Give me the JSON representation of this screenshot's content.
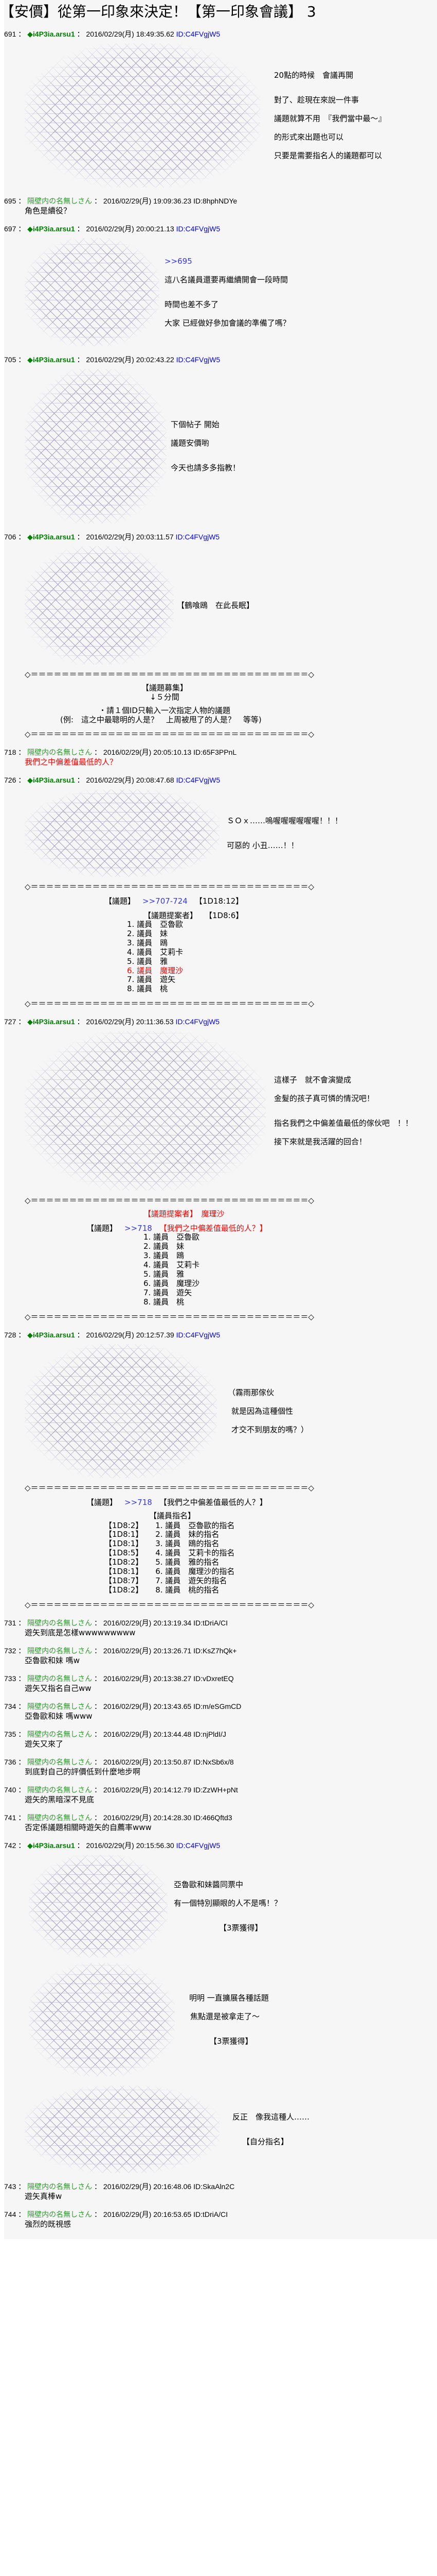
{
  "title": "【安價】從第一印象來決定！【第一印象會議】 3",
  "sep": "：",
  "separator": "◇＝＝＝＝＝＝＝＝＝＝＝＝＝＝＝＝＝＝＝＝＝＝＝＝＝＝＝＝＝＝＝＝＝＝＝＝◇",
  "colors": {
    "op_name": "#008000",
    "anon_name": "#2e9a2e",
    "op_id": "#0000ff",
    "highlight": "#ff0000",
    "anchor": "#3333ff",
    "ascii_art": "#4b3b86"
  },
  "posts": [
    {
      "number": "691",
      "name": "◆i4P3ia.arsu1",
      "op": true,
      "date": "2016/02/29(月) 18:49:35.62",
      "id": "ID:C4FVgjW5",
      "lines": [
        "20點的時候　會議再開",
        "對了、趁現在來說一件事",
        "議題就算不用　『我們當中最～』",
        "的形式來出題也可以",
        "只要是需要指名人的議題都可以"
      ]
    },
    {
      "number": "695",
      "name": "隔壁内の名無しさん",
      "op": false,
      "date": "2016/02/29(月) 19:09:36.23",
      "id": "ID:8hphNDYe",
      "lines": [
        "角色是續役？"
      ]
    },
    {
      "number": "697",
      "name": "◆i4P3ia.arsu1",
      "op": true,
      "date": "2016/02/29(月) 20:00:21.13",
      "id": "ID:C4FVgjW5",
      "lines": [
        ">>695",
        "這八名議員還要再繼續開會一段時間",
        "時間也差不多了",
        "大家 已經做好參加會議的準備了嗎？"
      ]
    },
    {
      "number": "705",
      "name": "◆i4P3ia.arsu1",
      "op": true,
      "date": "2016/02/29(月) 20:02:43.22",
      "id": "ID:C4FVgjW5",
      "lines": [
        "下個帖子 開始",
        "議題安價喲",
        "今天也請多多指教！"
      ]
    },
    {
      "number": "706",
      "name": "◆i4P3ia.arsu1",
      "op": true,
      "date": "2016/02/29(月) 20:03:11.57",
      "id": "ID:C4FVgjW5",
      "lines": [
        "【鶴喰鴎　在此長眠】",
        "【議題募集】",
        "↓５分間",
        "・請１個ID只輸入一次指定人物的議題",
        "(例:　這之中最聰明的人是？　上周被甩了的人是？　等等)"
      ]
    },
    {
      "number": "718",
      "name": "隔壁内の名無しさん",
      "op": false,
      "date": "2016/02/29(月) 20:05:10.13",
      "id": "ID:65F3PPnL",
      "lines": [
        "我們之中偏差值最低的人？"
      ]
    },
    {
      "number": "726",
      "name": "◆i4P3ia.arsu1",
      "op": true,
      "date": "2016/02/29(月) 20:08:47.68",
      "id": "ID:C4FVgjW5",
      "lines": [
        "ＳＯｘ……嗚喔喔喔喔喔喔！！！",
        "可惡的 小丑……！！"
      ],
      "topic_label": "【議題】",
      "topic_anchor": ">>707-724",
      "topic_dice": "【1D18:12】",
      "proposer_label": "【議題提案者】",
      "proposer_dice": "【1D8:6】",
      "members": [
        "1. 議員　亞魯歐",
        "2. 議員　妹",
        "3. 議員　鴎",
        "4. 議員　艾莉卡",
        "5. 議員　雅",
        "6. 議員　魔理沙",
        "7. 議員　遊矢",
        "8. 議員　桃"
      ],
      "selected_member": 6
    },
    {
      "number": "727",
      "name": "◆i4P3ia.arsu1",
      "op": true,
      "date": "2016/02/29(月) 20:11:36.53",
      "id": "ID:C4FVgjW5",
      "lines": [
        "這樣子　就不會演變成",
        "金髮的孩子真可憐的情況吧！",
        "指名我們之中偏差值最低的傢伙吧　！！",
        "接下來就是我活躍的回合！"
      ],
      "proposer": "【議題提案者】　魔理沙",
      "topic_label": "【議題】",
      "topic_anchor": ">>718",
      "topic_text": "【我們之中偏差值最低的人？】",
      "members": [
        "1. 議員　亞魯歐",
        "2. 議員　妹",
        "3. 議員　鴎",
        "4. 議員　艾莉卡",
        "5. 議員　雅",
        "6. 議員　魔理沙",
        "7. 議員　遊矢",
        "8. 議員　桃"
      ]
    },
    {
      "number": "728",
      "name": "◆i4P3ia.arsu1",
      "op": true,
      "date": "2016/02/29(月) 20:12:57.39",
      "id": "ID:C4FVgjW5",
      "lines": [
        "（霧雨那傢伙",
        "就是因為這種個性",
        "才交不到朋友的嗎？）"
      ],
      "topic_label": "【議題】",
      "topic_anchor": ">>718",
      "topic_text": "【我們之中偏差值最低的人？】",
      "nominate_label": "【議員指名】",
      "dice": [
        "【1D8:2】",
        "【1D8:1】",
        "【1D8:1】",
        "【1D8:5】",
        "【1D8:2】",
        "【1D8:1】",
        "【1D8:7】",
        "【1D8:2】"
      ],
      "nominations": [
        "1. 議員　亞魯歐的指名",
        "2. 議員　妹的指名",
        "3. 議員　鴎的指名",
        "4. 議員　艾莉卡的指名",
        "5. 議員　雅的指名",
        "6. 議員　魔理沙的指名",
        "7. 議員　遊矢的指名",
        "8. 議員　桃的指名"
      ]
    },
    {
      "number": "731",
      "name": "隔壁内の名無しさん",
      "op": false,
      "date": "2016/02/29(月) 20:13:19.34",
      "id": "ID:tDriA/CI",
      "lines": [
        "遊矢到底是怎樣wwwwwwwww"
      ]
    },
    {
      "number": "732",
      "name": "隔壁内の名無しさん",
      "op": false,
      "date": "2016/02/29(月) 20:13:26.71",
      "id": "ID:KsZ7hQk+",
      "lines": [
        "亞魯歐和妹 嗎w"
      ]
    },
    {
      "number": "733",
      "name": "隔壁内の名無しさん",
      "op": false,
      "date": "2016/02/29(月) 20:13:38.27",
      "id": "ID:vDxretEQ",
      "lines": [
        "遊矢又指名自己ww"
      ]
    },
    {
      "number": "734",
      "name": "隔壁内の名無しさん",
      "op": false,
      "date": "2016/02/29(月) 20:13:43.65",
      "id": "ID:m/eSGmCD",
      "lines": [
        "亞魯歐和妹 嗎www"
      ]
    },
    {
      "number": "735",
      "name": "隔壁内の名無しさん",
      "op": false,
      "date": "2016/02/29(月) 20:13:44.48",
      "id": "ID:njPldI/J",
      "lines": [
        "遊矢又來了"
      ]
    },
    {
      "number": "736",
      "name": "隔壁内の名無しさん",
      "op": false,
      "date": "2016/02/29(月) 20:13:50.87",
      "id": "ID:NxSb6x/8",
      "lines": [
        "到底對自己的評價低到什麼地步啊"
      ]
    },
    {
      "number": "740",
      "name": "隔壁内の名無しさん",
      "op": false,
      "date": "2016/02/29(月) 20:14:12.79",
      "id": "ID:ZzWH+pNt",
      "lines": [
        "遊矢的黑暗深不見底"
      ]
    },
    {
      "number": "741",
      "name": "隔壁内の名無しさん",
      "op": false,
      "date": "2016/02/29(月) 20:14:28.30",
      "id": "ID:466Qftd3",
      "lines": [
        "否定係議題相關時遊矢的自薦率www"
      ]
    },
    {
      "number": "742",
      "name": "◆i4P3ia.arsu1",
      "op": true,
      "date": "2016/02/29(月) 20:15:56.30",
      "id": "ID:C4FVgjW5",
      "lines": [
        "亞魯歐和妹醬同票中",
        "有一個特別顯眼的人不是嗎！？",
        "【3票獲得】",
        "明明 一直擴展各種話題",
        "焦點還是被拿走了～",
        "【3票獲得】",
        "反正　像我這種人……",
        "【自分指名】"
      ]
    },
    {
      "number": "743",
      "name": "隔壁内の名無しさん",
      "op": false,
      "date": "2016/02/29(月) 20:16:48.06",
      "id": "ID:SkaAln2C",
      "lines": [
        "遊矢真棒w"
      ]
    },
    {
      "number": "744",
      "name": "隔壁内の名無しさん",
      "op": false,
      "date": "2016/02/29(月) 20:16:53.65",
      "id": "ID:tDriA/CI",
      "lines": [
        "強烈的既視感"
      ]
    }
  ]
}
